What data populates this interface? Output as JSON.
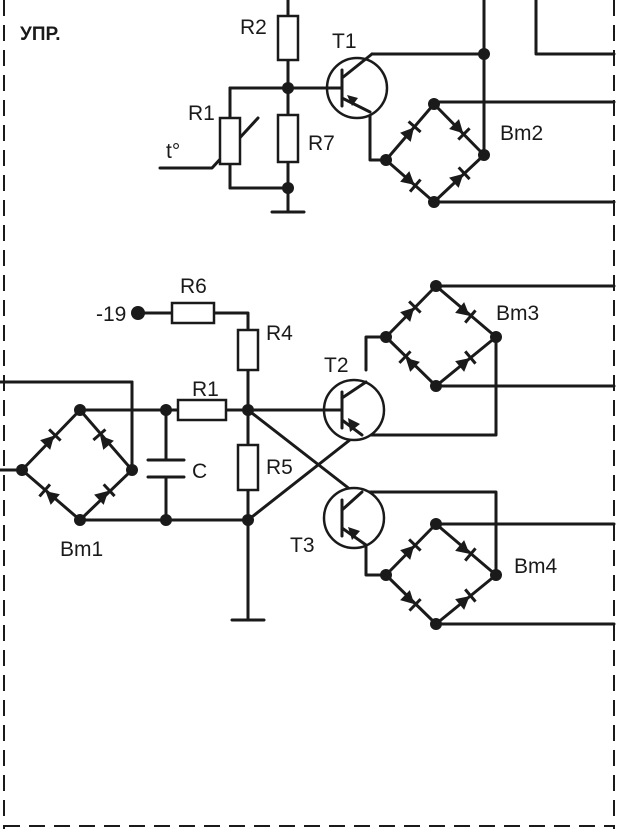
{
  "block_label": "УПР.",
  "components": {
    "r1_top": "R1",
    "r2": "R2",
    "r7": "R7",
    "t1": "T1",
    "thermo": "t°",
    "bm2": "Bm2",
    "r6": "R6",
    "r4": "R4",
    "t2": "T2",
    "bm3": "Bm3",
    "r1_bottom": "R1",
    "c": "C",
    "r5": "R5",
    "bm1": "Bm1",
    "t3": "T3",
    "bm4": "Bm4"
  },
  "supply_label": "-19"
}
